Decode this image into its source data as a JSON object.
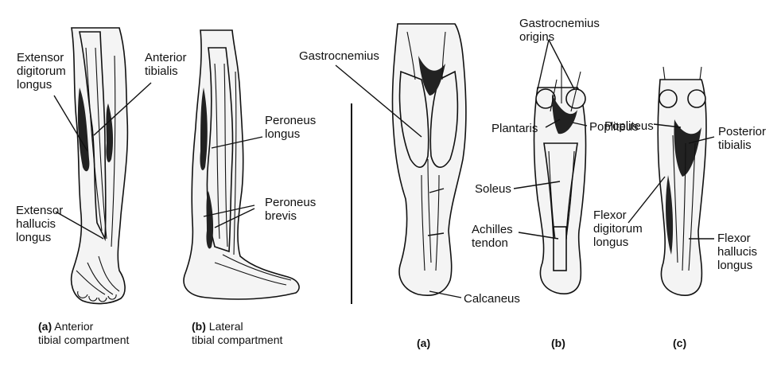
{
  "left_panel": {
    "labels": {
      "extensor_digitorum_longus": "Extensor\ndigitorum\nlongus",
      "anterior_tibialis": "Anterior\ntibialis",
      "extensor_hallucis_longus": "Extensor\nhallucis\nlongus",
      "peroneus_longus": "Peroneus\nlongus",
      "peroneus_brevis": "Peroneus\nbrevis"
    },
    "captions": {
      "a_letter": "(a)",
      "a_text": " Anterior\ntibial compartment",
      "b_letter": "(b)",
      "b_text": " Lateral\ntibial compartment"
    }
  },
  "right_panel": {
    "labels": {
      "gastrocnemius": "Gastrocnemius",
      "gastrocnemius_origins": "Gastrocnemius\norigins",
      "plantaris": "Plantaris",
      "popliteus_b": "Popliteus",
      "soleus": "Soleus",
      "achilles_tendon": "Achilles\ntendon",
      "calcaneus": "Calcaneus",
      "popliteus_c": "Popliteus",
      "posterior_tibialis": "Posterior\ntibialis",
      "flexor_digitorum_longus": "Flexor\ndigitorum\nlongus",
      "flexor_hallucis_longus": "Flexor\nhallucis\nlongus"
    },
    "captions": {
      "a": "(a)",
      "b": "(b)",
      "c": "(c)"
    }
  },
  "colors": {
    "ink": "#111111",
    "muscle_fill": "#f4f4f4",
    "background": "#ffffff"
  }
}
